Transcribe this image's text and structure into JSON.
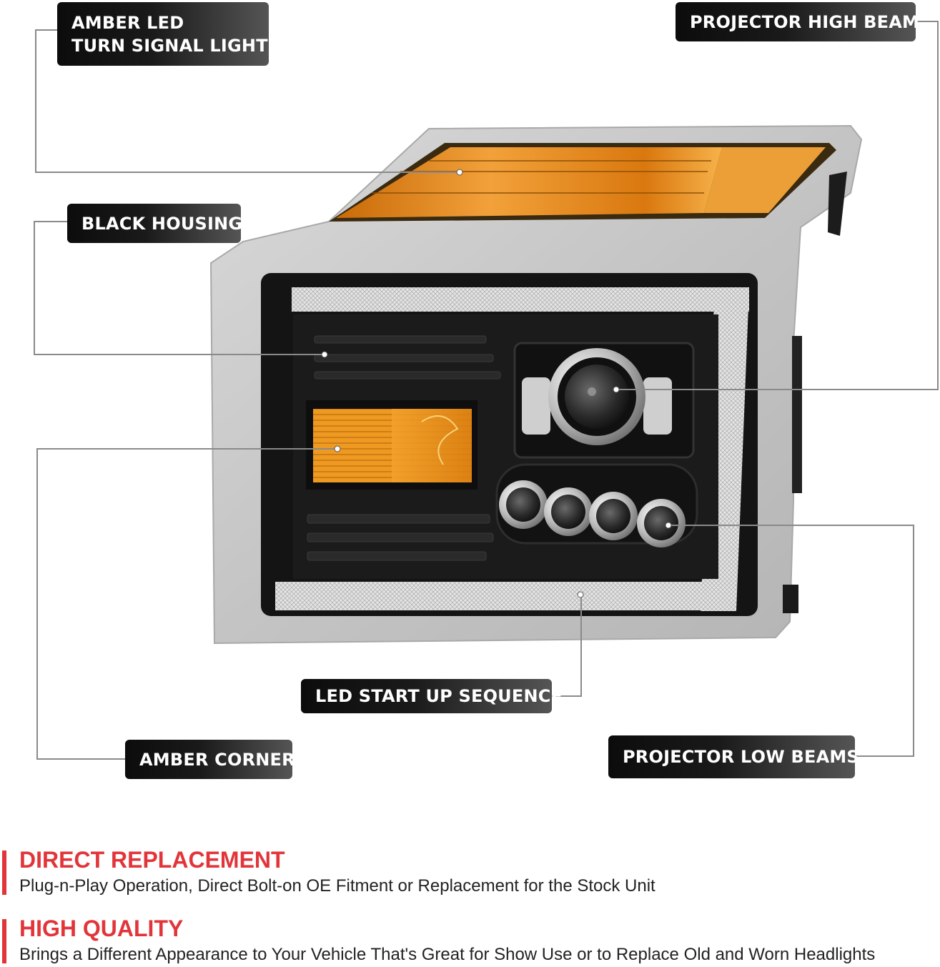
{
  "callouts": {
    "amber_led_turn_signal": {
      "line1": "AMBER LED",
      "line2": "TURN SIGNAL LIGHT"
    },
    "projector_high_beam": "PROJECTOR HIGH BEAM",
    "black_housing": "BLACK HOUSING",
    "led_start_up_sequence": "LED START UP SEQUENCE",
    "amber_corner": "AMBER CORNER",
    "projector_low_beams": "PROJECTOR LOW BEAMS"
  },
  "features": [
    {
      "title": "DIRECT REPLACEMENT",
      "description": "Plug-n-Play Operation, Direct Bolt-on OE Fitment or Replacement for the Stock Unit"
    },
    {
      "title": "HIGH QUALITY",
      "description": "Brings a Different Appearance to Your Vehicle That's Great for Show Use or to Replace Old and Worn Headlights"
    }
  ],
  "colors": {
    "accent_red": "#e2353a",
    "amber": "#f39a1a",
    "housing_black": "#151515",
    "bezel_silver": "#c9c9c9",
    "label_dark": "#111111"
  }
}
